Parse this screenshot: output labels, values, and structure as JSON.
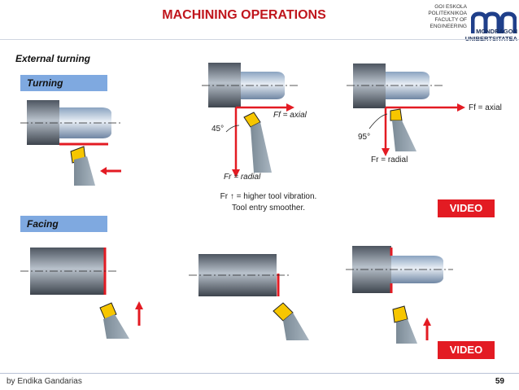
{
  "header": {
    "title": "MACHINING OPERATIONS",
    "university_lines": [
      "GOI ESKOLA",
      "POLITEKNIKOA",
      "FACULTY OF",
      "ENGINEERING"
    ],
    "brand_lines": [
      "MONDRAGON",
      "UNIBERTSITATEA"
    ]
  },
  "section_title": "External turning",
  "turning": {
    "label": "Turning",
    "angle_45": "45°",
    "angle_95": "95°",
    "ff_axial_a": "Ff = axial",
    "fr_radial_a": "Fr = radial",
    "ff_axial_b": "Ff = axial",
    "fr_radial_b": "Fr = radial",
    "note_line1": "Fr ↑ = higher tool vibration.",
    "note_line2": "Tool entry smoother.",
    "video_label": "VIDEO"
  },
  "facing": {
    "label": "Facing",
    "video_label": "VIDEO"
  },
  "footer": {
    "author": "by Endika Gandarias",
    "page": "59"
  }
}
